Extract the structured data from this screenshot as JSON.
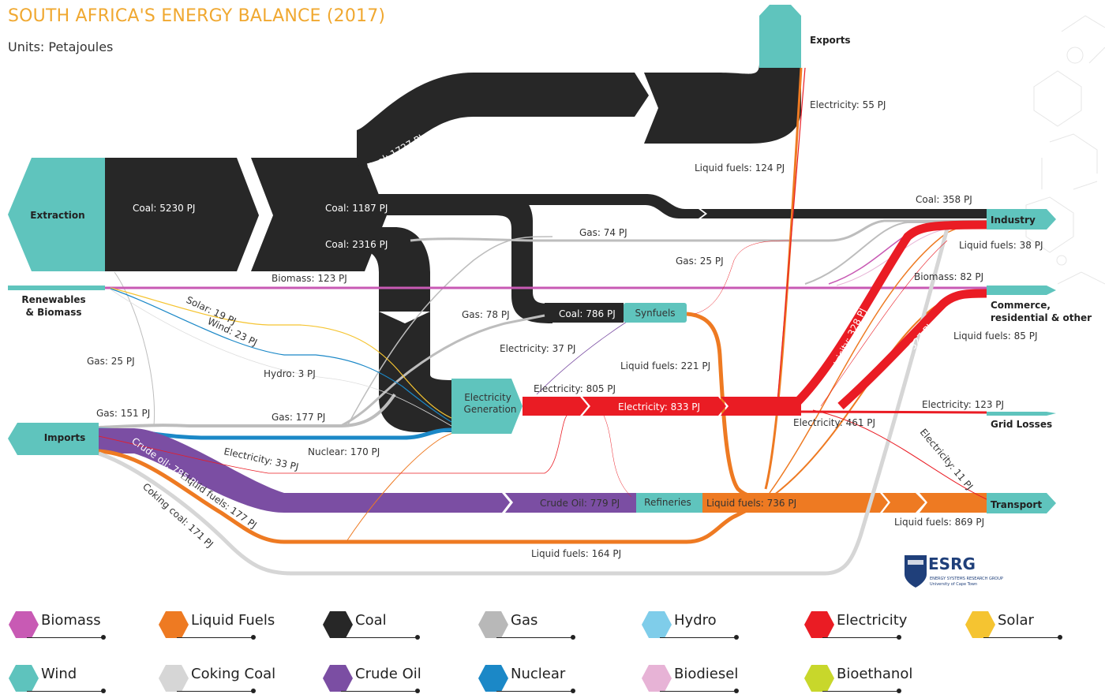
{
  "title": "SOUTH AFRICA'S ENERGY BALANCE (2017)",
  "subtitle": "Units: Petajoules",
  "colors": {
    "coal": "#272727",
    "gas": "#bdbdbd",
    "biomass": "#c85ab4",
    "liquid_fuels": "#ee7a22",
    "electricity": "#ea1c24",
    "solar": "#f5c431",
    "hydro": "#7fcdea",
    "wind": "#5ec3bd",
    "coking_coal": "#d6d6d6",
    "crude_oil": "#7b4ea3",
    "nuclear": "#1b88c7",
    "biodiesel": "#e7b3d6",
    "bioethanol": "#c8d72b",
    "node": "#5fc4bd"
  },
  "nodes": {
    "extraction": "Extraction",
    "renewables": [
      "Renewables",
      "& Biomass"
    ],
    "imports": "Imports",
    "exports": "Exports",
    "synfuels": "Synfuels",
    "electricity_generation": [
      "Electricity",
      "Generation"
    ],
    "refineries": "Refineries",
    "industry": "Industry",
    "commerce": [
      "Commerce,",
      "residential & other"
    ],
    "grid_losses": "Grid Losses",
    "transport": "Transport"
  },
  "flows": {
    "coal_5230": "Coal: 5230 PJ",
    "coal_1727": "Coal: 1727 PJ",
    "coal_1187": "Coal: 1187 PJ",
    "coal_2316": "Coal: 2316 PJ",
    "coal_786": "Coal: 786 PJ",
    "coal_358": "Coal: 358 PJ",
    "gas_74": "Gas: 74 PJ",
    "gas_25_a": "Gas: 25 PJ",
    "gas_78": "Gas: 78 PJ",
    "gas_25_b": "Gas: 25 PJ",
    "gas_151": "Gas: 151 PJ",
    "gas_177": "Gas: 177 PJ",
    "biomass_123": "Biomass: 123 PJ",
    "biomass_82": "Biomass: 82 PJ",
    "solar_19": "Solar: 19 PJ",
    "wind_23": "Wind: 23 PJ",
    "hydro_3": "Hydro: 3 PJ",
    "electricity_55": "Electricity: 55 PJ",
    "electricity_37": "Electricity: 37 PJ",
    "electricity_805": "Electricity: 805 PJ",
    "electricity_833": "Electricity: 833 PJ",
    "electricity_328": "Electricity: 328 PJ",
    "electricity_327": "Electricity: 327 PJ",
    "electricity_123": "Electricity: 123 PJ",
    "electricity_461": "Electricity: 461 PJ",
    "electricity_11": "Electricity: 11 PJ",
    "electricity_33": "Electricity: 33 PJ",
    "liquid_124": "Liquid fuels: 124 PJ",
    "liquid_221": "Liquid fuels: 221 PJ",
    "liquid_38": "Liquid fuels: 38 PJ",
    "liquid_85": "Liquid fuels: 85 PJ",
    "liquid_736": "Liquid fuels: 736 PJ",
    "liquid_869": "Liquid fuels: 869 PJ",
    "liquid_177": "Liquid fuels: 177 PJ",
    "liquid_164": "Liquid fuels: 164 PJ",
    "nuclear_170": "Nuclear: 170 PJ",
    "crude_785": "Crude oil: 785 PJ",
    "crude_779": "Crude Oil: 779 PJ",
    "coking_171": "Coking coal: 171 PJ"
  },
  "logo": {
    "name": "ESRG",
    "line1": "ENERGY SYSTEMS RESEARCH GROUP",
    "line2": "University of Cape Town"
  },
  "legend": [
    {
      "label": "Biomass",
      "color": "#c85ab4"
    },
    {
      "label": "Liquid Fuels",
      "color": "#ee7a22"
    },
    {
      "label": "Coal",
      "color": "#272727"
    },
    {
      "label": "Gas",
      "color": "#b8b8b8"
    },
    {
      "label": "Hydro",
      "color": "#7fcdea"
    },
    {
      "label": "Electricity",
      "color": "#ea1c24"
    },
    {
      "label": "Solar",
      "color": "#f5c431"
    },
    {
      "label": "Wind",
      "color": "#5ec3bd"
    },
    {
      "label": "Coking Coal",
      "color": "#d6d6d6"
    },
    {
      "label": "Crude Oil",
      "color": "#7b4ea3"
    },
    {
      "label": "Nuclear",
      "color": "#1b88c7"
    },
    {
      "label": "Biodiesel",
      "color": "#e7b3d6"
    },
    {
      "label": "Bioethanol",
      "color": "#c8d72b"
    }
  ]
}
